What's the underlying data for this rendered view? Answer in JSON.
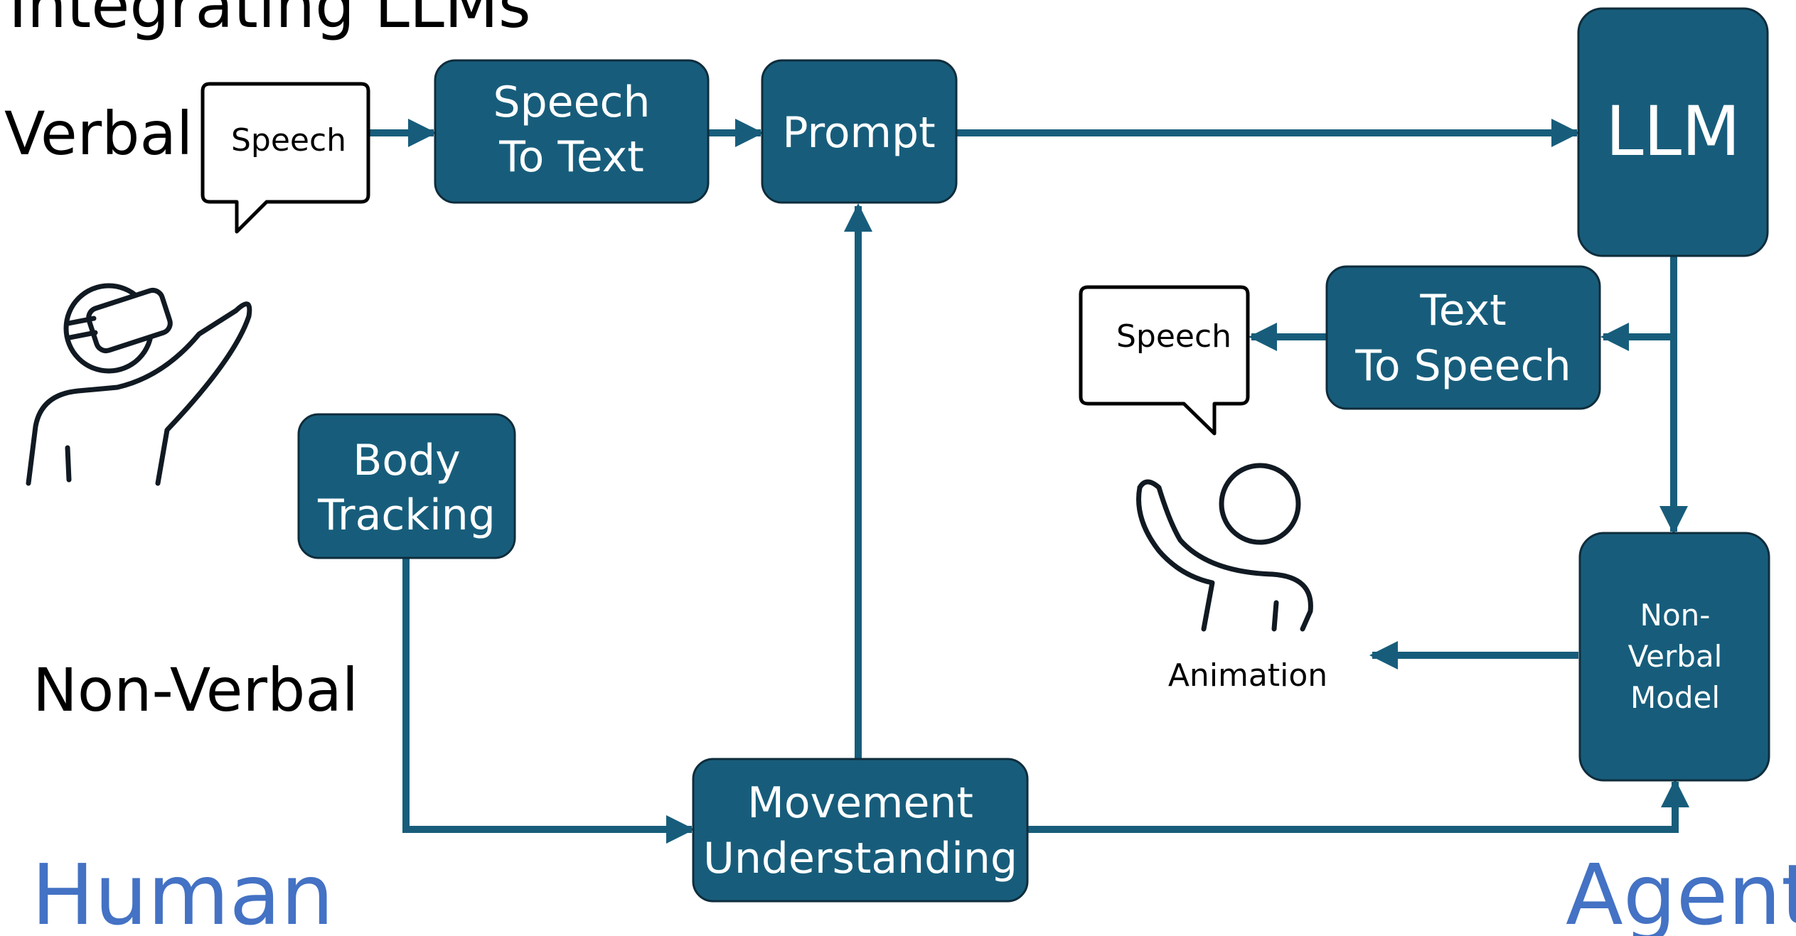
{
  "title": "Integrating LLMs",
  "labels": {
    "verbal": "Verbal",
    "non_verbal": "Non-Verbal",
    "human": "Human",
    "agent": "Agent",
    "animation": "Animation"
  },
  "bubbles": {
    "human_speech": "Speech",
    "agent_speech": "Speech"
  },
  "nodes": {
    "speech_to_text": [
      "Speech",
      "To Text"
    ],
    "prompt": "Prompt",
    "llm": "LLM",
    "text_to_speech": [
      "Text",
      "To Speech"
    ],
    "body_tracking": [
      "Body",
      "Tracking"
    ],
    "movement_understanding": [
      "Movement",
      "Understanding"
    ],
    "non_verbal_model": [
      "Non-",
      "Verbal",
      "Model"
    ]
  },
  "colors": {
    "node_fill": "#175d7b",
    "arrow": "#175d7b",
    "accent": "#4472c4",
    "figure_stroke": "#111a22"
  },
  "icons": {
    "human": "vr-headset-person-waving-icon",
    "agent": "person-waving-icon"
  }
}
